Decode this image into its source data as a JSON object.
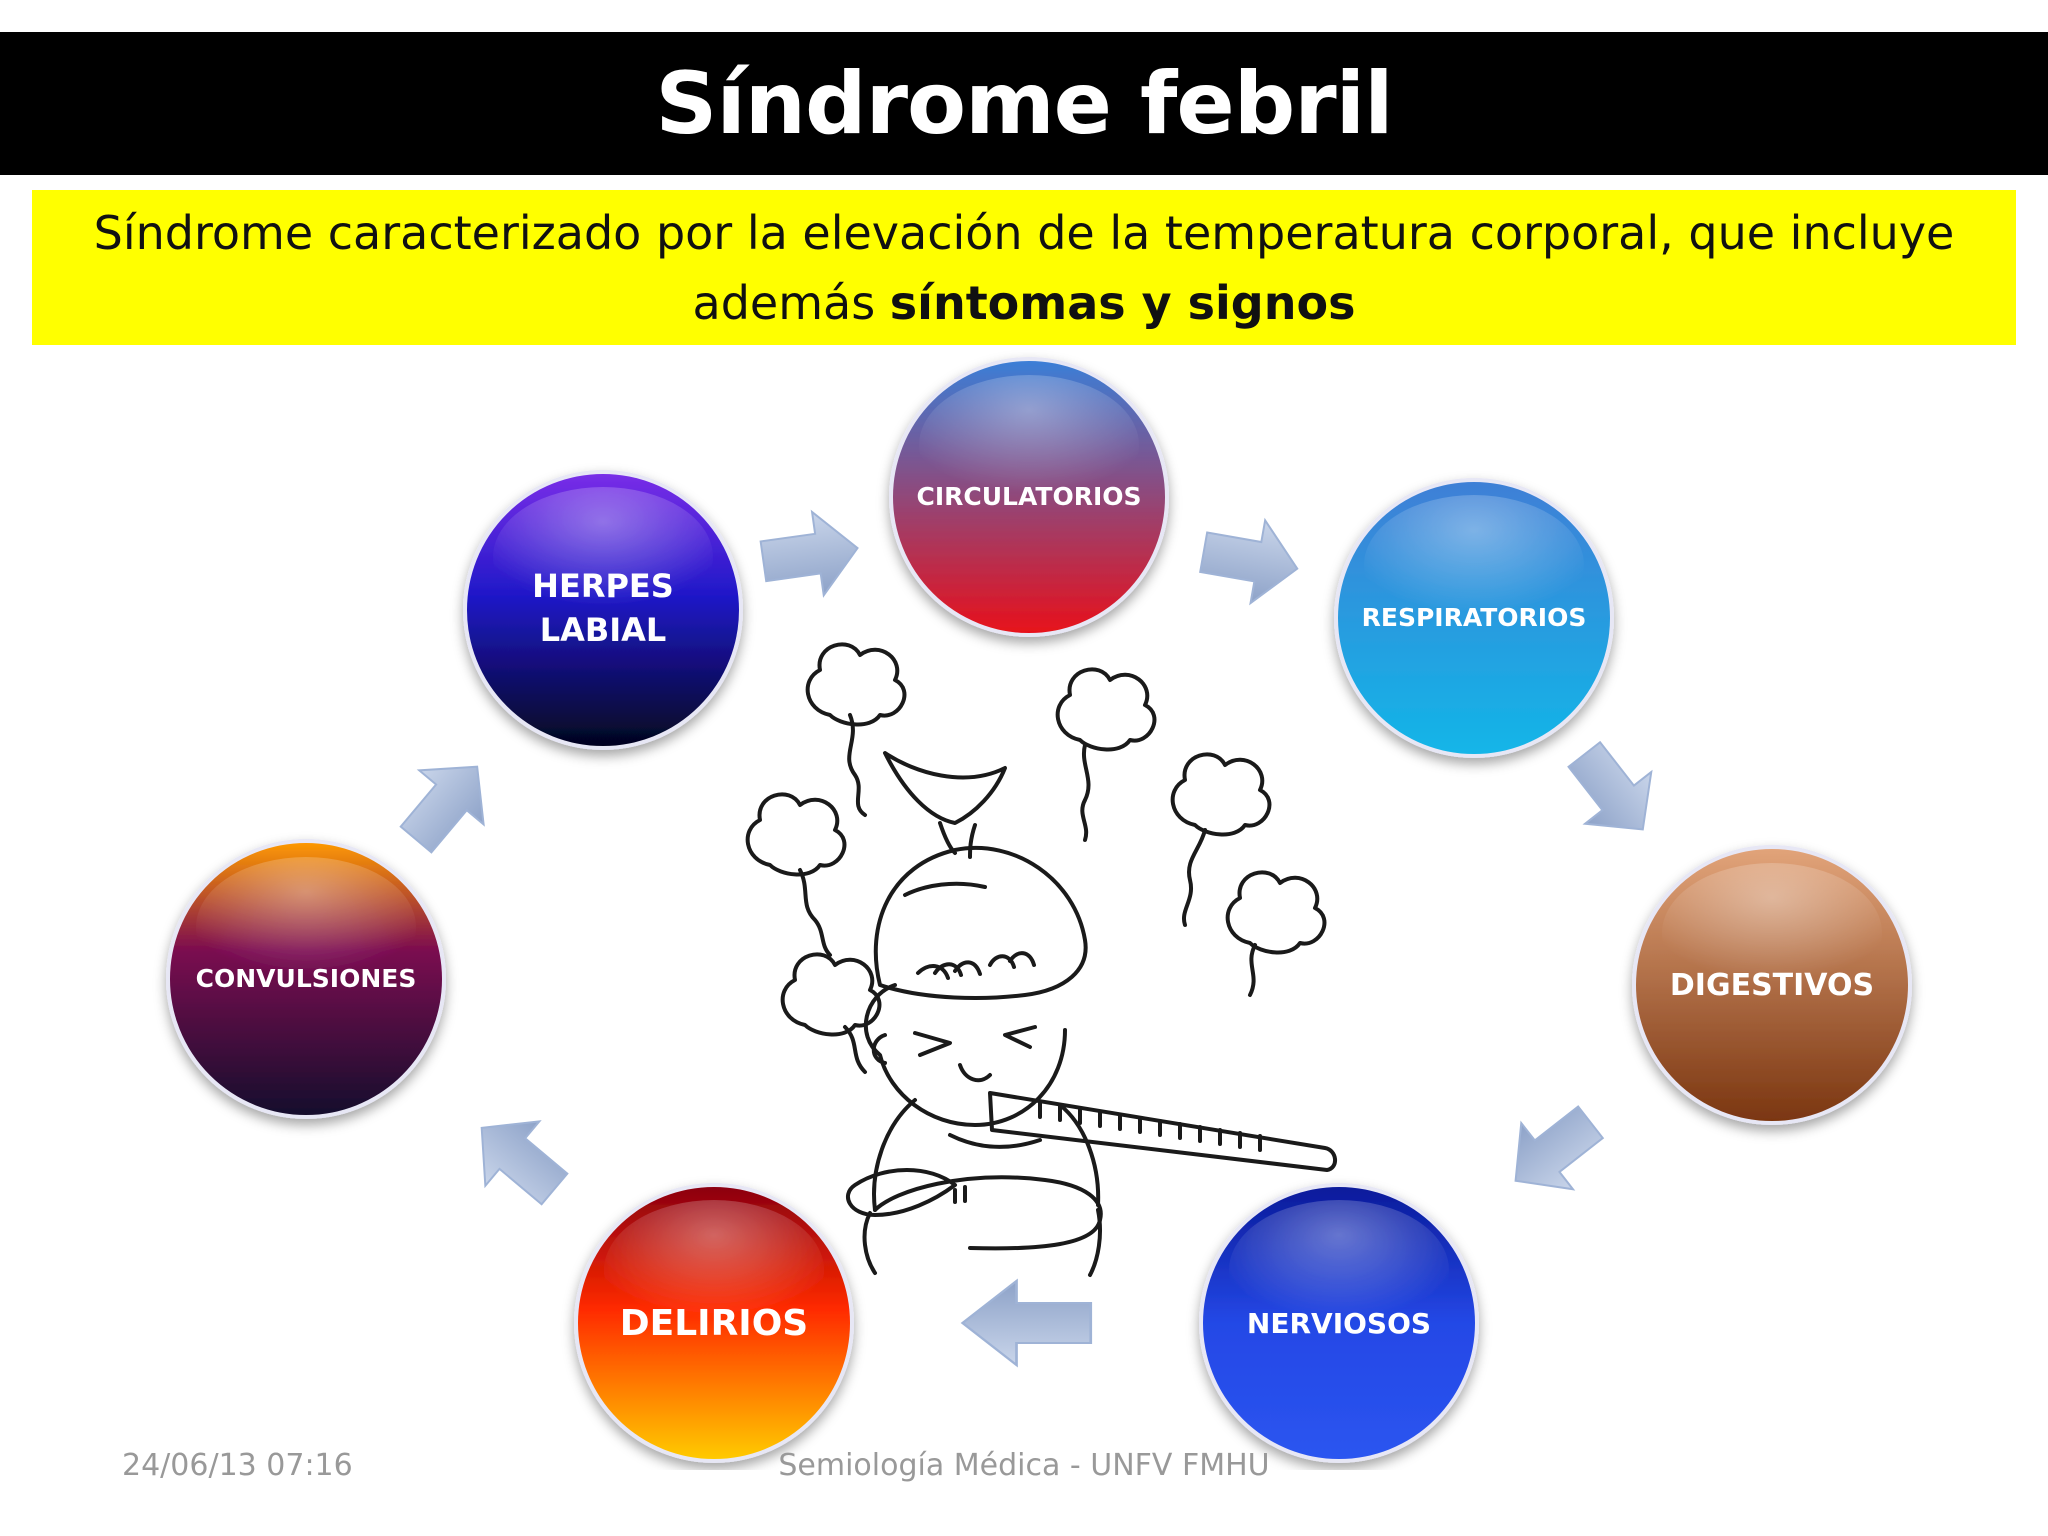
{
  "slide": {
    "title": "Síndrome febril",
    "definition_line1": "Síndrome caracterizado por la elevación de la  temperatura corporal, que incluye",
    "definition_line2_prefix": "además ",
    "definition_line2_bold": "síntomas y signos"
  },
  "cycle": {
    "nodes": [
      {
        "label": "CIRCULATORIOS",
        "color_top": "#3a7fd8",
        "color_bottom": "#e8101a"
      },
      {
        "label": "RESPIRATORIOS",
        "color_top": "#3f7fd6",
        "color_bottom": "#12b6e8"
      },
      {
        "label": "DIGESTIVOS",
        "color_top": "#e2a47a",
        "color_bottom": "#7a3510"
      },
      {
        "label": "NERVIOSOS",
        "color_top": "#0a1a9a",
        "color_bottom": "#2b55f0"
      },
      {
        "label": "DELIRIOS",
        "color_top": "#8a0012",
        "color_bottom": "#ffcc00"
      },
      {
        "label": "CONVULSIONES",
        "color_top": "#ff9a00",
        "color_bottom": "#140a2c"
      },
      {
        "label_line1": "HERPES",
        "label_line2": "LABIAL",
        "color_top": "#7a2ee8",
        "color_bottom": "#03051c"
      }
    ],
    "arrow_color": "#9fb3d6",
    "center_icon": "feverish-person-icon"
  },
  "footer": {
    "date": "24/06/13 07:16",
    "course": "Semiología Médica - UNFV FMHU"
  }
}
